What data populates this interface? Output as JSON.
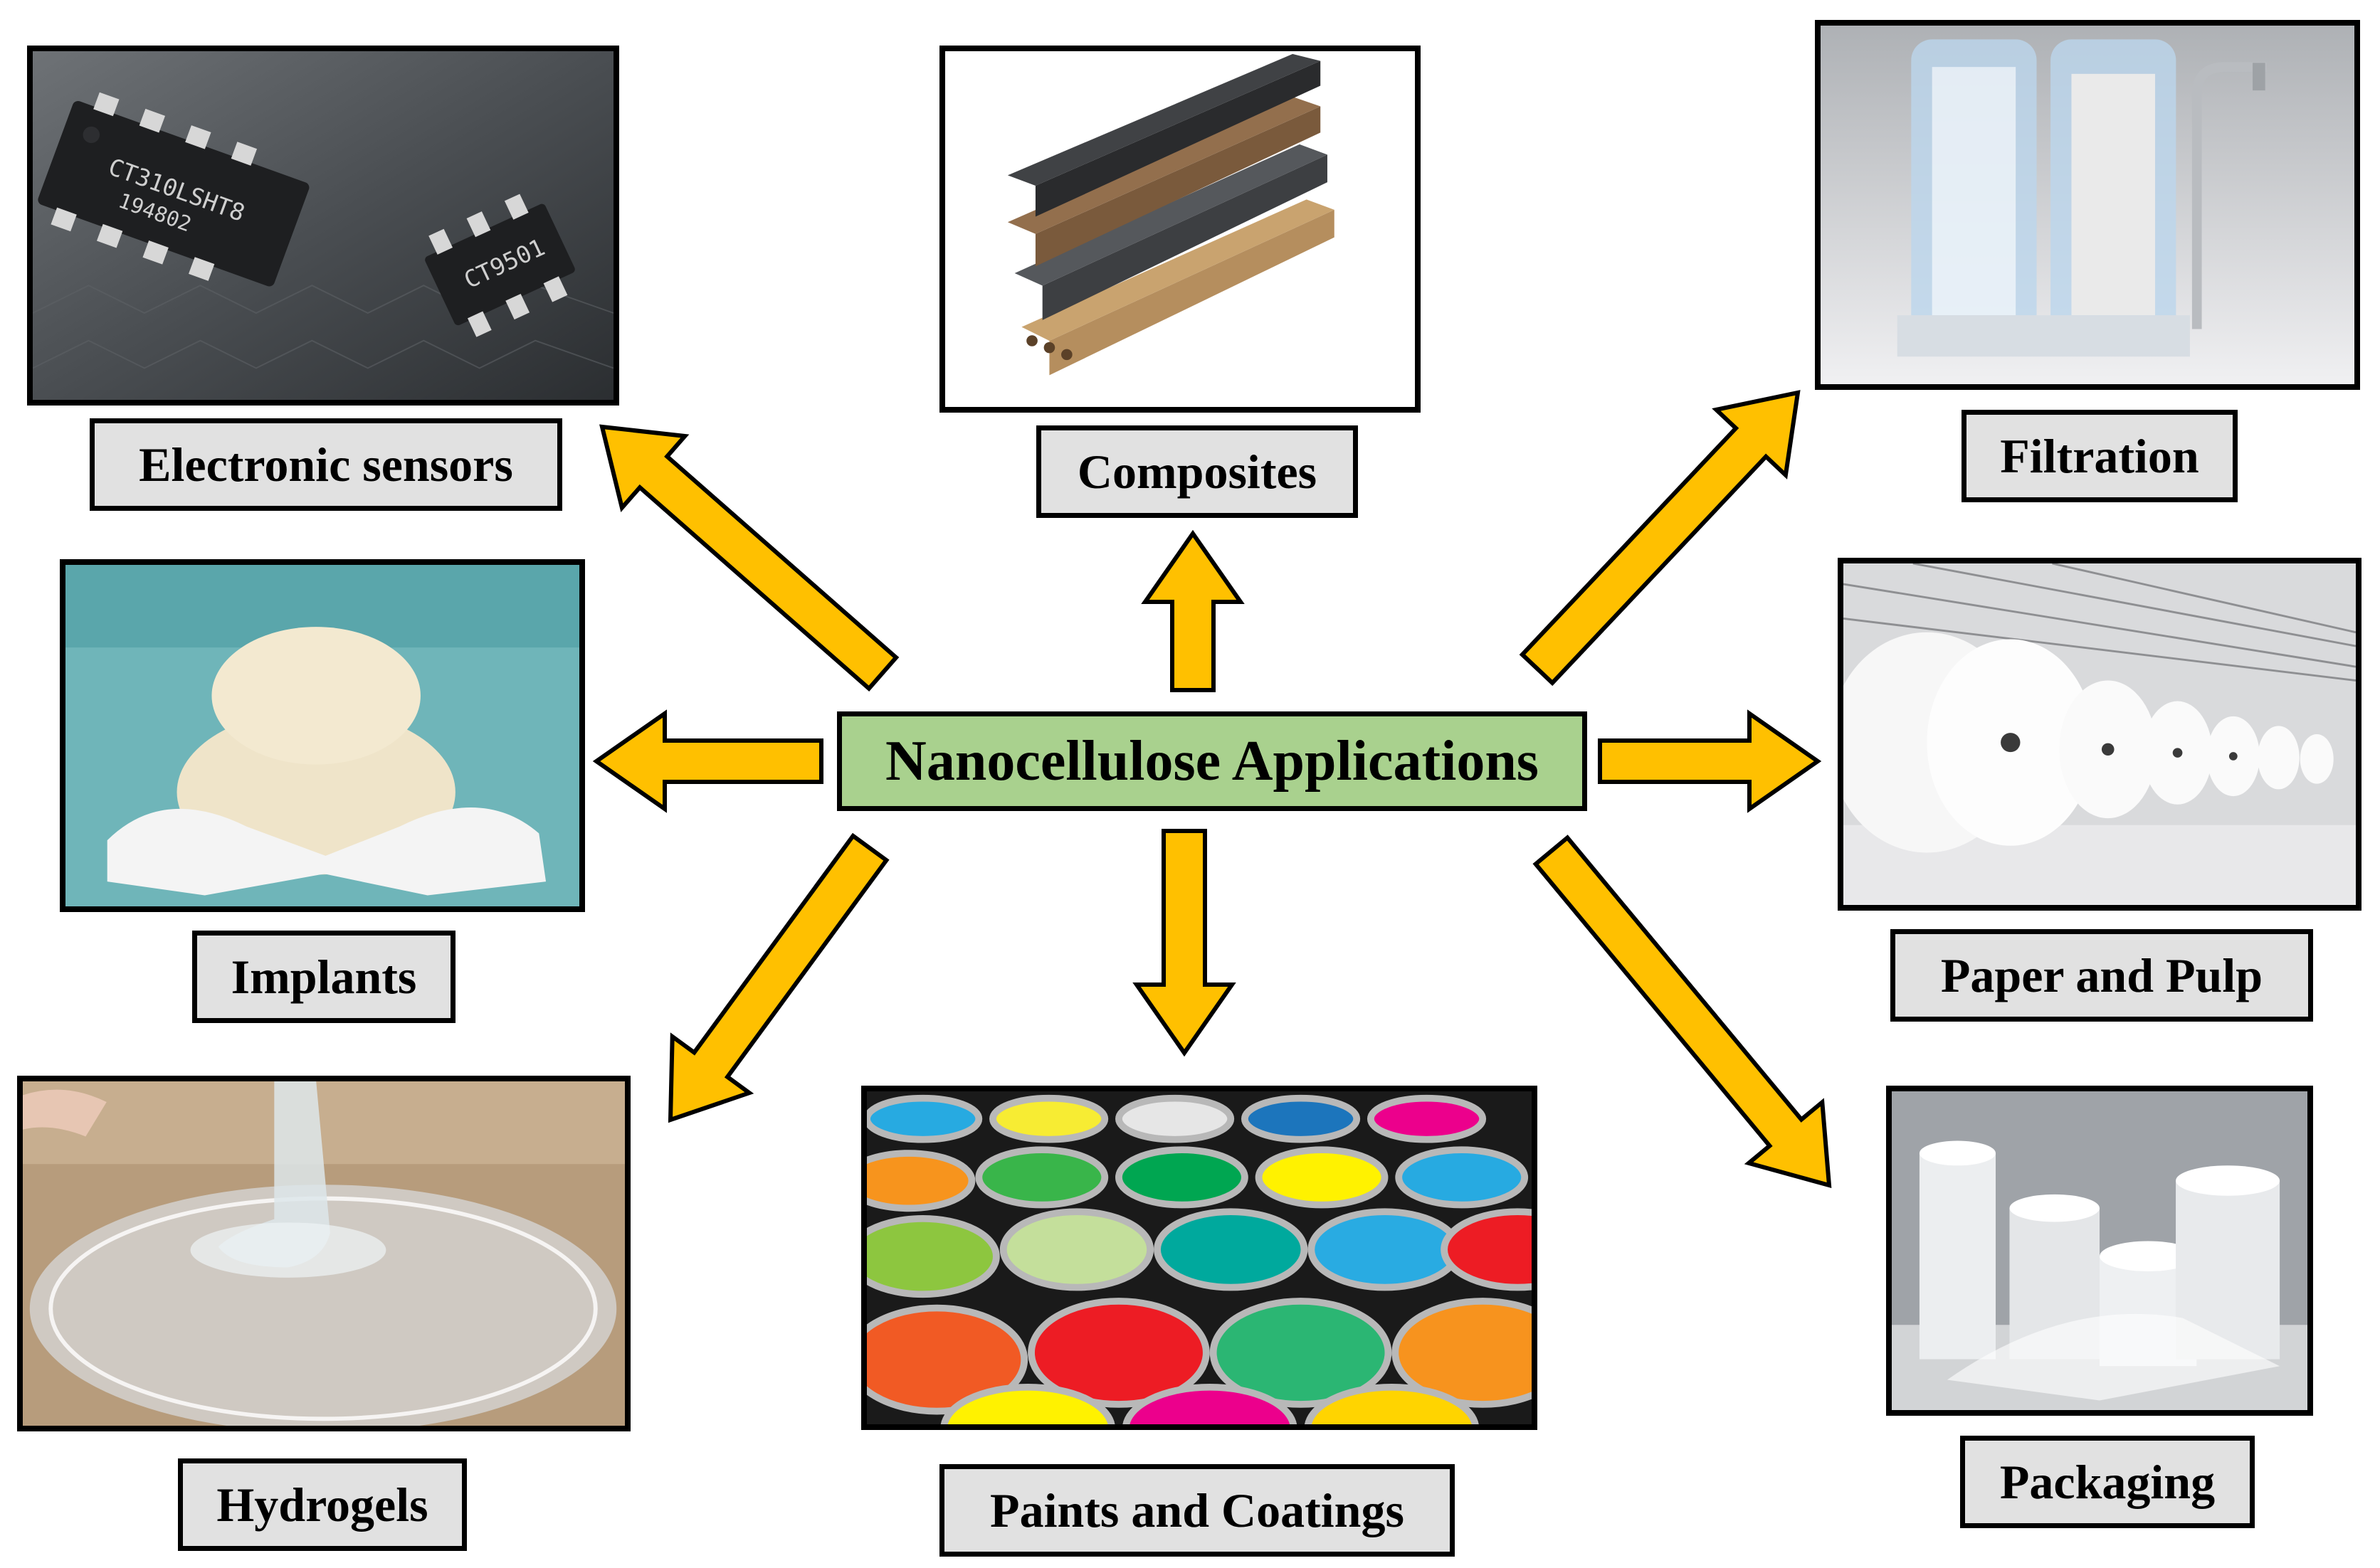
{
  "center": {
    "title": "Nanocellulose Applications"
  },
  "applications": [
    {
      "label": "Electronic sensors",
      "chip_a": "CT310LSHT8",
      "chip_a2": "194802",
      "chip_b": "CT9501"
    },
    {
      "label": "Composites"
    },
    {
      "label": "Filtration"
    },
    {
      "label": "Implants"
    },
    {
      "label": "Paper and Pulp"
    },
    {
      "label": "Hydrogels"
    },
    {
      "label": "Paints and Coatings"
    },
    {
      "label": "Packaging"
    }
  ],
  "colors": {
    "arrow": "#ffc000",
    "center_fill": "#a9d18e",
    "label_fill": "#e1e1e1"
  }
}
